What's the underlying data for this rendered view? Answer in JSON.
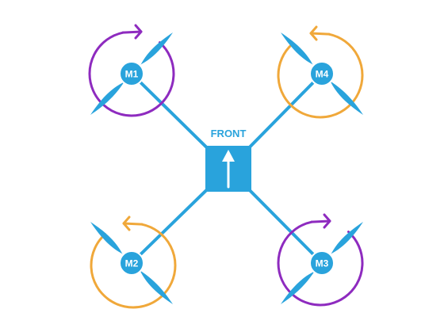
{
  "front_label": "FRONT",
  "colors": {
    "frame": "#29a3dc",
    "white": "#ffffff",
    "clockwise": "#8e2bbf",
    "counterclockwise": "#f0a83a"
  },
  "motors": [
    {
      "label": "M1",
      "rotation": "clockwise"
    },
    {
      "label": "M2",
      "rotation": "counterclockwise"
    },
    {
      "label": "M3",
      "rotation": "clockwise"
    },
    {
      "label": "M4",
      "rotation": "counterclockwise"
    }
  ],
  "icons": {
    "forward_arrow": "up-arrow-icon",
    "rotation_arrow": "curved-arrow-icon"
  }
}
